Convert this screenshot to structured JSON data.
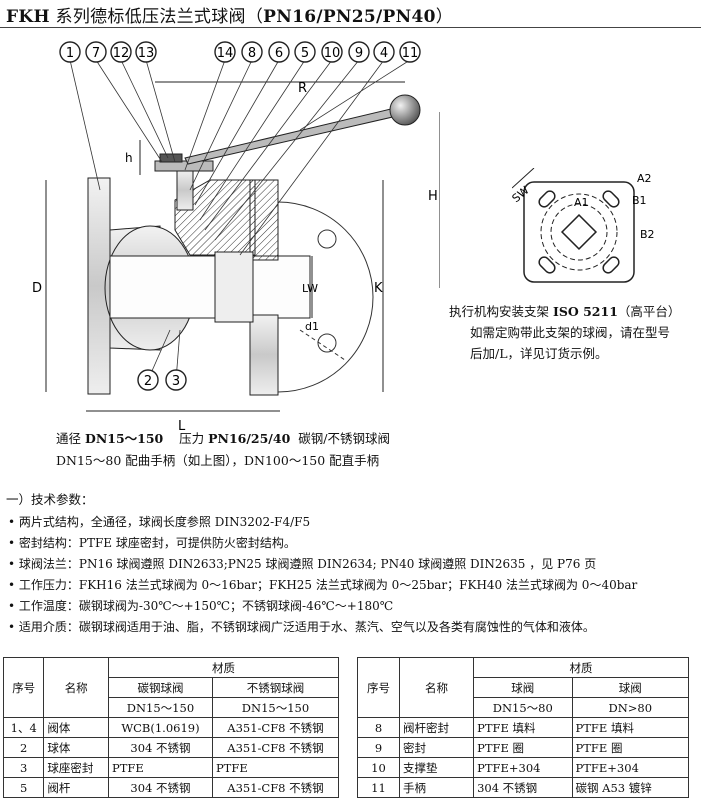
{
  "title": {
    "prefix": "FKH",
    "main": "系列德标低压法兰式球阀",
    "paren_open": "（",
    "codes": "PN16/PN25/PN40",
    "paren_close": "）"
  },
  "drawing": {
    "callouts_top": [
      "1",
      "7",
      "12",
      "13",
      "14",
      "8",
      "6",
      "5",
      "10",
      "9",
      "4",
      "11"
    ],
    "callouts_bottom": [
      "2",
      "3"
    ],
    "dims": {
      "R": "R",
      "H": "H",
      "h": "h",
      "D": "D",
      "L": "L",
      "LW": "LW",
      "K": "K",
      "d1": "d1"
    }
  },
  "bracket": {
    "labels": {
      "sw": "SW",
      "a1": "A1",
      "a2": "A2",
      "b1": "B1",
      "b2": "B2"
    },
    "title_pre": "执行机构安装支架 ",
    "title_iso": "ISO 5211",
    "title_post": "（高平台）",
    "note1": "如需定购带此支架的球阀，请在型号",
    "note2": "后加/L，详见订货示例。"
  },
  "spec": {
    "l1_a": "通径 ",
    "l1_b": "DN15～150",
    "l1_c": "    压力 ",
    "l1_d": "PN16/25/40",
    "l1_e": "  碳钢/不锈钢球阀",
    "l2": "DN15～80 配曲手柄（如上图），DN100～150 配直手柄"
  },
  "params": {
    "heading": "一）技术参数：",
    "items": [
      "• 两片式结构，全通径，球阀长度参照 DIN3202-F4/F5",
      "• 密封结构：PTFE 球座密封，可提供防火密封结构。",
      "• 球阀法兰：PN16 球阀遵照 DIN2633;PN25 球阀遵照 DIN2634; PN40 球阀遵照 DIN2635 ，见 P76 页",
      "• 工作压力：FKH16 法兰式球阀为 0～16bar；FKH25 法兰式球阀为 0～25bar；FKH40 法兰式球阀为 0～40bar",
      "• 工作温度：碳钢球阀为-30℃～+150℃；不锈钢球阀-46℃～+180℃",
      "• 适用介质：碳钢球阀适用于油、脂，不锈钢球阀广泛适用于水、蒸汽、空气以及各类有腐蚀性的气体和液体。"
    ]
  },
  "table_left": {
    "h_no": "序号",
    "h_name": "名称",
    "h_material": "材质",
    "h_col1": "碳钢球阀",
    "h_col1_range": "DN15～150",
    "h_col2": "不锈钢球阀",
    "h_col2_range": "DN15～150",
    "rows": [
      [
        "1、4",
        "阀体",
        "WCB(1.0619)",
        "A351-CF8 不锈钢"
      ],
      [
        "2",
        "球体",
        "304 不锈钢",
        "A351-CF8 不锈钢"
      ],
      [
        "3",
        "球座密封",
        "PTFE",
        "PTFE"
      ],
      [
        "5",
        "阀杆",
        "304 不锈钢",
        "A351-CF8 不锈钢"
      ]
    ]
  },
  "table_right": {
    "h_no": "序号",
    "h_name": "名称",
    "h_material": "材质",
    "h_col1": "球阀",
    "h_col1_range": "DN15～80",
    "h_col2": "球阀",
    "h_col2_range": "DN>80",
    "rows": [
      [
        "8",
        "阀杆密封",
        "PTFE 填料",
        "PTFE 填料"
      ],
      [
        "9",
        "密封",
        "PTFE 圈",
        "PTFE 圈"
      ],
      [
        "10",
        "支撑垫",
        "PTFE+304",
        "PTFE+304"
      ],
      [
        "11",
        "手柄",
        "304 不锈钢",
        "碳钢 A53 镀锌"
      ]
    ]
  }
}
